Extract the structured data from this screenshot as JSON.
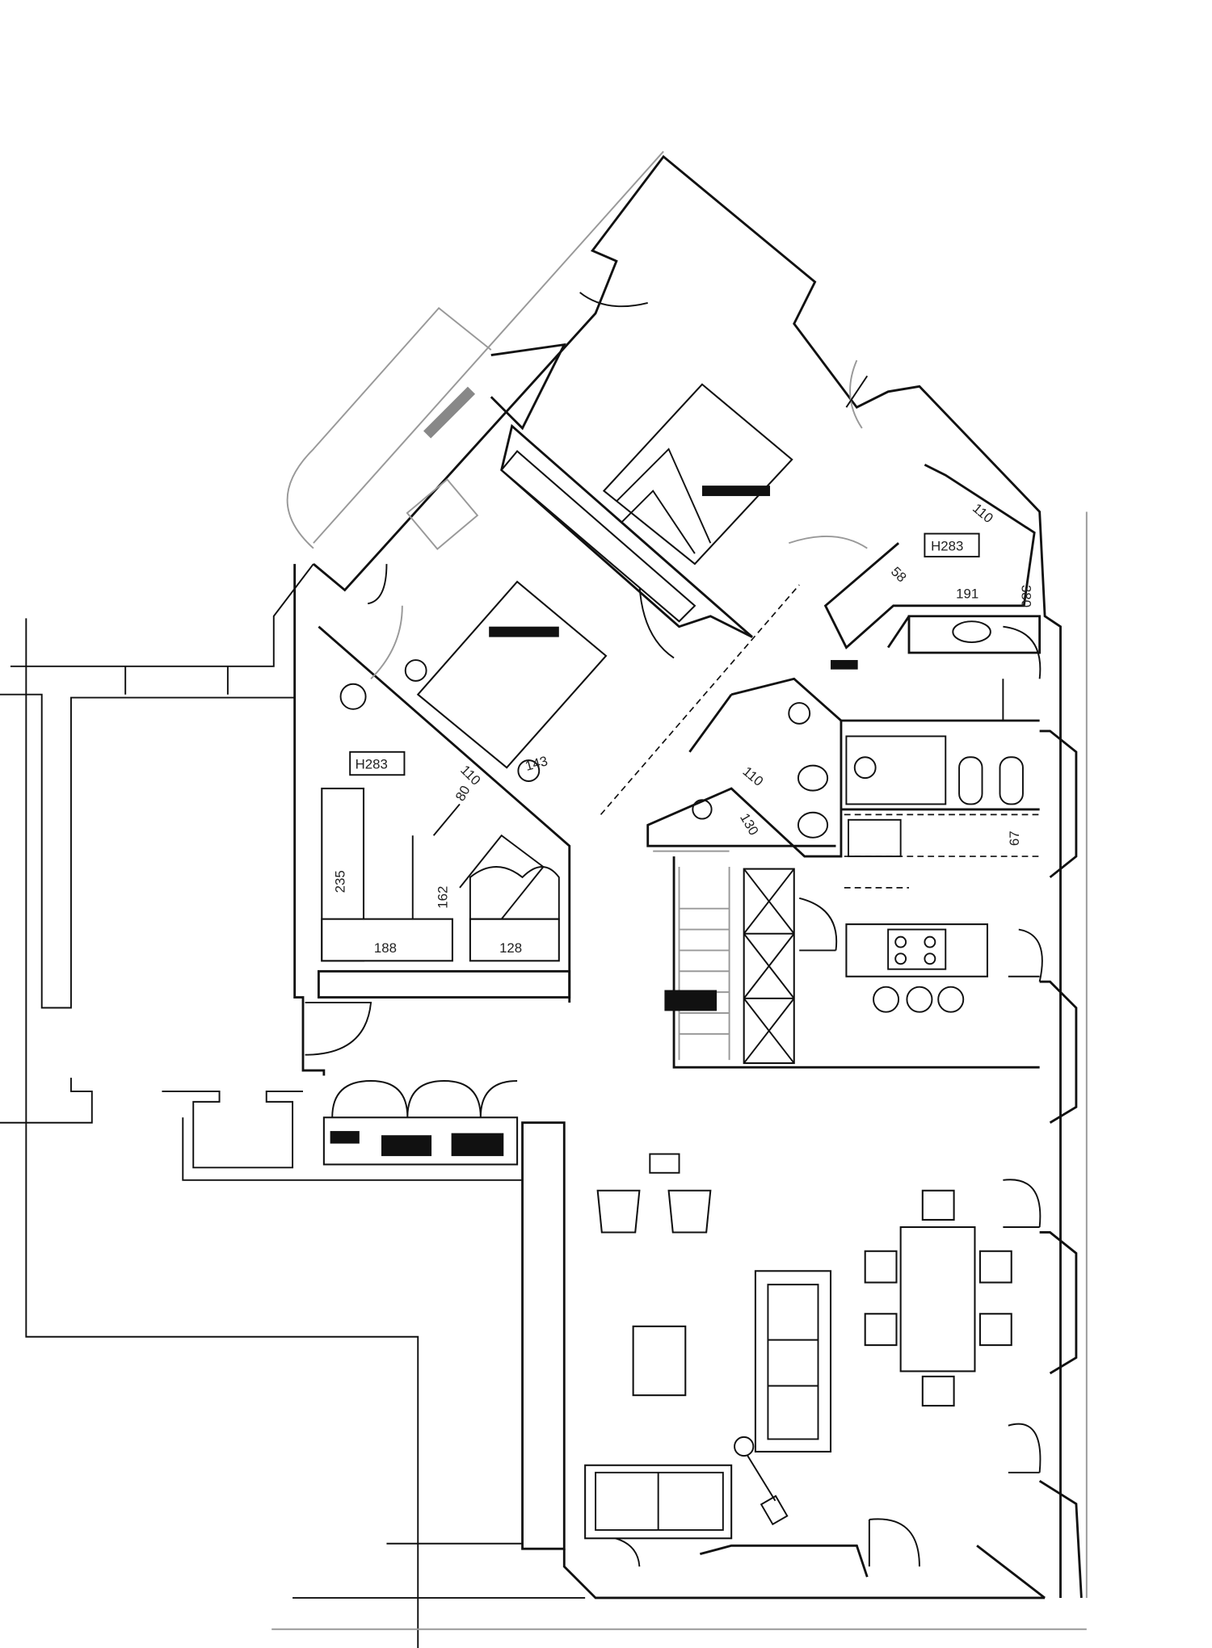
{
  "plan": {
    "room_tags": [
      "H283",
      "H283"
    ],
    "dimensions": {
      "bath_top_width": "191",
      "bath_top_height": "380",
      "bath_top_a": "58",
      "bath_top_b": "110",
      "bedroom_wardrobe_height": "235",
      "bedroom_wardrobe_width": "188",
      "bedroom_closet_height": "162",
      "bedroom_bath_width": "128",
      "bedroom_desk": "110",
      "bedroom_desk_depth": "80",
      "bedroom_door": "143",
      "bath_center_a": "110",
      "bath_center_b": "130",
      "kitchen_counter": "67"
    }
  }
}
